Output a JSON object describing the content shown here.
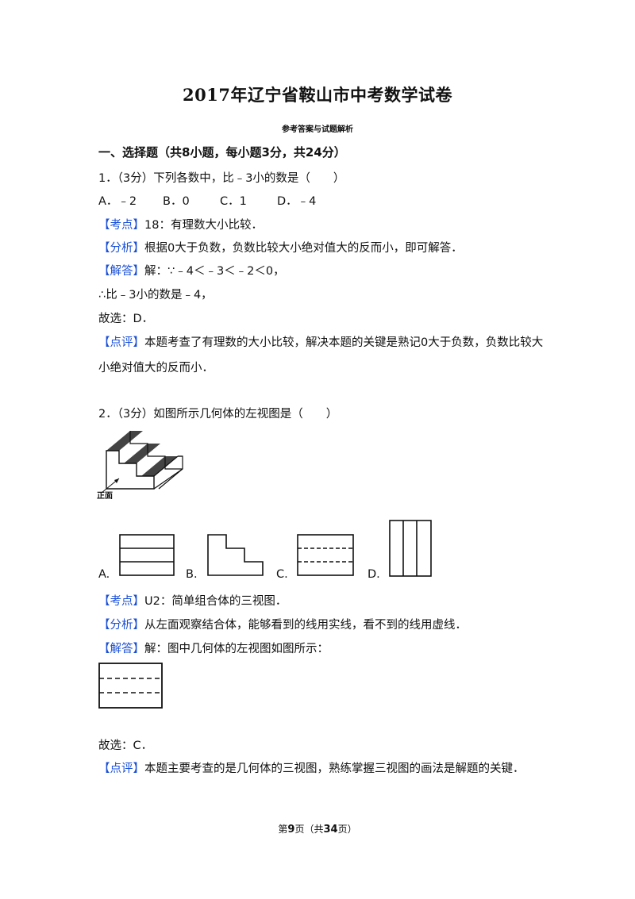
{
  "header": {
    "title": "2017年辽宁省鞍山市中考数学试卷",
    "subtitle": "参考答案与试题解析"
  },
  "section1": "一、选择题（共8小题，每小题3分，共24分）",
  "q1": {
    "stem": "1．（3分）下列各数中，比﹣3小的数是（　　）",
    "options": [
      "A．﹣2",
      "B．0",
      "C．1",
      "D．﹣4"
    ],
    "kaodian_tag": "【考点】",
    "kaodian": "18：有理数大小比较．",
    "fenxi_tag": "【分析】",
    "fenxi": "根据0大于负数，负数比较大小绝对值大的反而小，即可解答．",
    "jieda_tag": "【解答】",
    "jieda": "解：∵﹣4＜﹣3＜﹣2＜0，",
    "line2": "∴比﹣3小的数是﹣4，",
    "line3": "故选：D．",
    "dianping_tag": "【点评】",
    "dianping": "本题考查了有理数的大小比较，解决本题的关键是熟记0大于负数，负数比较大",
    "dianping2": "小绝对值大的反而小．"
  },
  "q2": {
    "stem": "2．（3分）如图所示几何体的左视图是（　　）",
    "front_label": "正面",
    "options": [
      "A.",
      "B.",
      "C.",
      "D."
    ],
    "kaodian_tag": "【考点】",
    "kaodian": "U2：简单组合体的三视图．",
    "fenxi_tag": "【分析】",
    "fenxi": "从左面观察结合体，能够看到的线用实线，看不到的线用虚线．",
    "jieda_tag": "【解答】",
    "jieda": "解：图中几何体的左视图如图所示：",
    "answer": "故选：C．",
    "dianping_tag": "【点评】",
    "dianping": "本题主要考查的是几何体的三视图，熟练掌握三视图的画法是解题的关键．"
  },
  "footer": {
    "pre": "第",
    "page": "9",
    "mid": "页（共",
    "total": "34",
    "post": "页）"
  },
  "colors": {
    "tag": "#1a4fd6"
  }
}
